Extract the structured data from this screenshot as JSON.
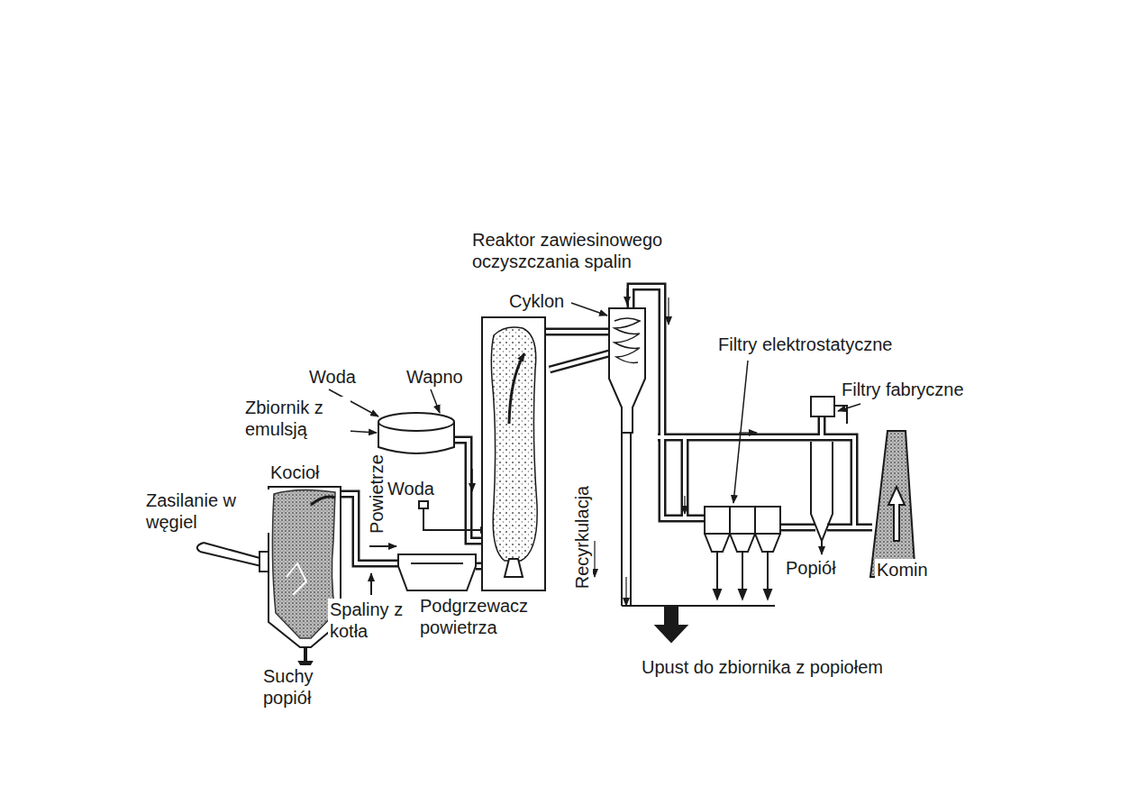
{
  "diagram": {
    "labels": [
      "Reaktor zawiesinowego oczyszczania spalin",
      "Cyklon",
      "Filtry elektrostatyczne",
      "Filtry fabryczne",
      "Woda",
      "Wapno",
      "Zbiornik z emulsją",
      "Kocioł",
      "Powietrze",
      "Woda",
      "Zasilanie w węgiel",
      "Recyrkulacja",
      "Spaliny z kotła",
      "Podgrzewacz powietrza",
      "Popiół",
      "Komin",
      "Suchy popiół",
      "Upust do zbiornika z popiołem"
    ]
  }
}
